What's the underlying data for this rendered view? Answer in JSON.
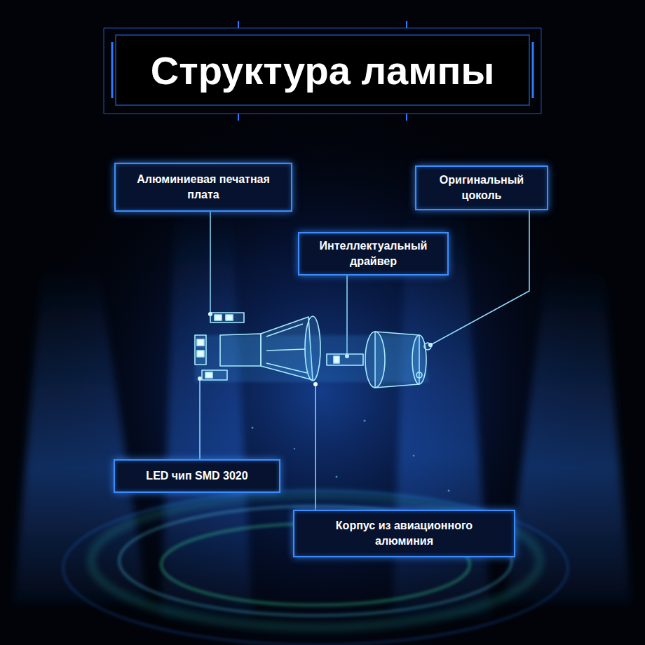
{
  "diagram": {
    "title": "Структура лампы",
    "nodes": [
      {
        "text": [
          "Алюминиевая печатная плата"
        ]
      },
      {
        "text": [
          "Оригинальный цоколь"
        ]
      },
      {
        "text": [
          "Интеллектуальный драйвер"
        ]
      },
      {
        "text": [
          "LED чип SMD 3020"
        ]
      },
      {
        "text": [
          "Корпус из авиационного алюминия"
        ]
      }
    ]
  }
}
